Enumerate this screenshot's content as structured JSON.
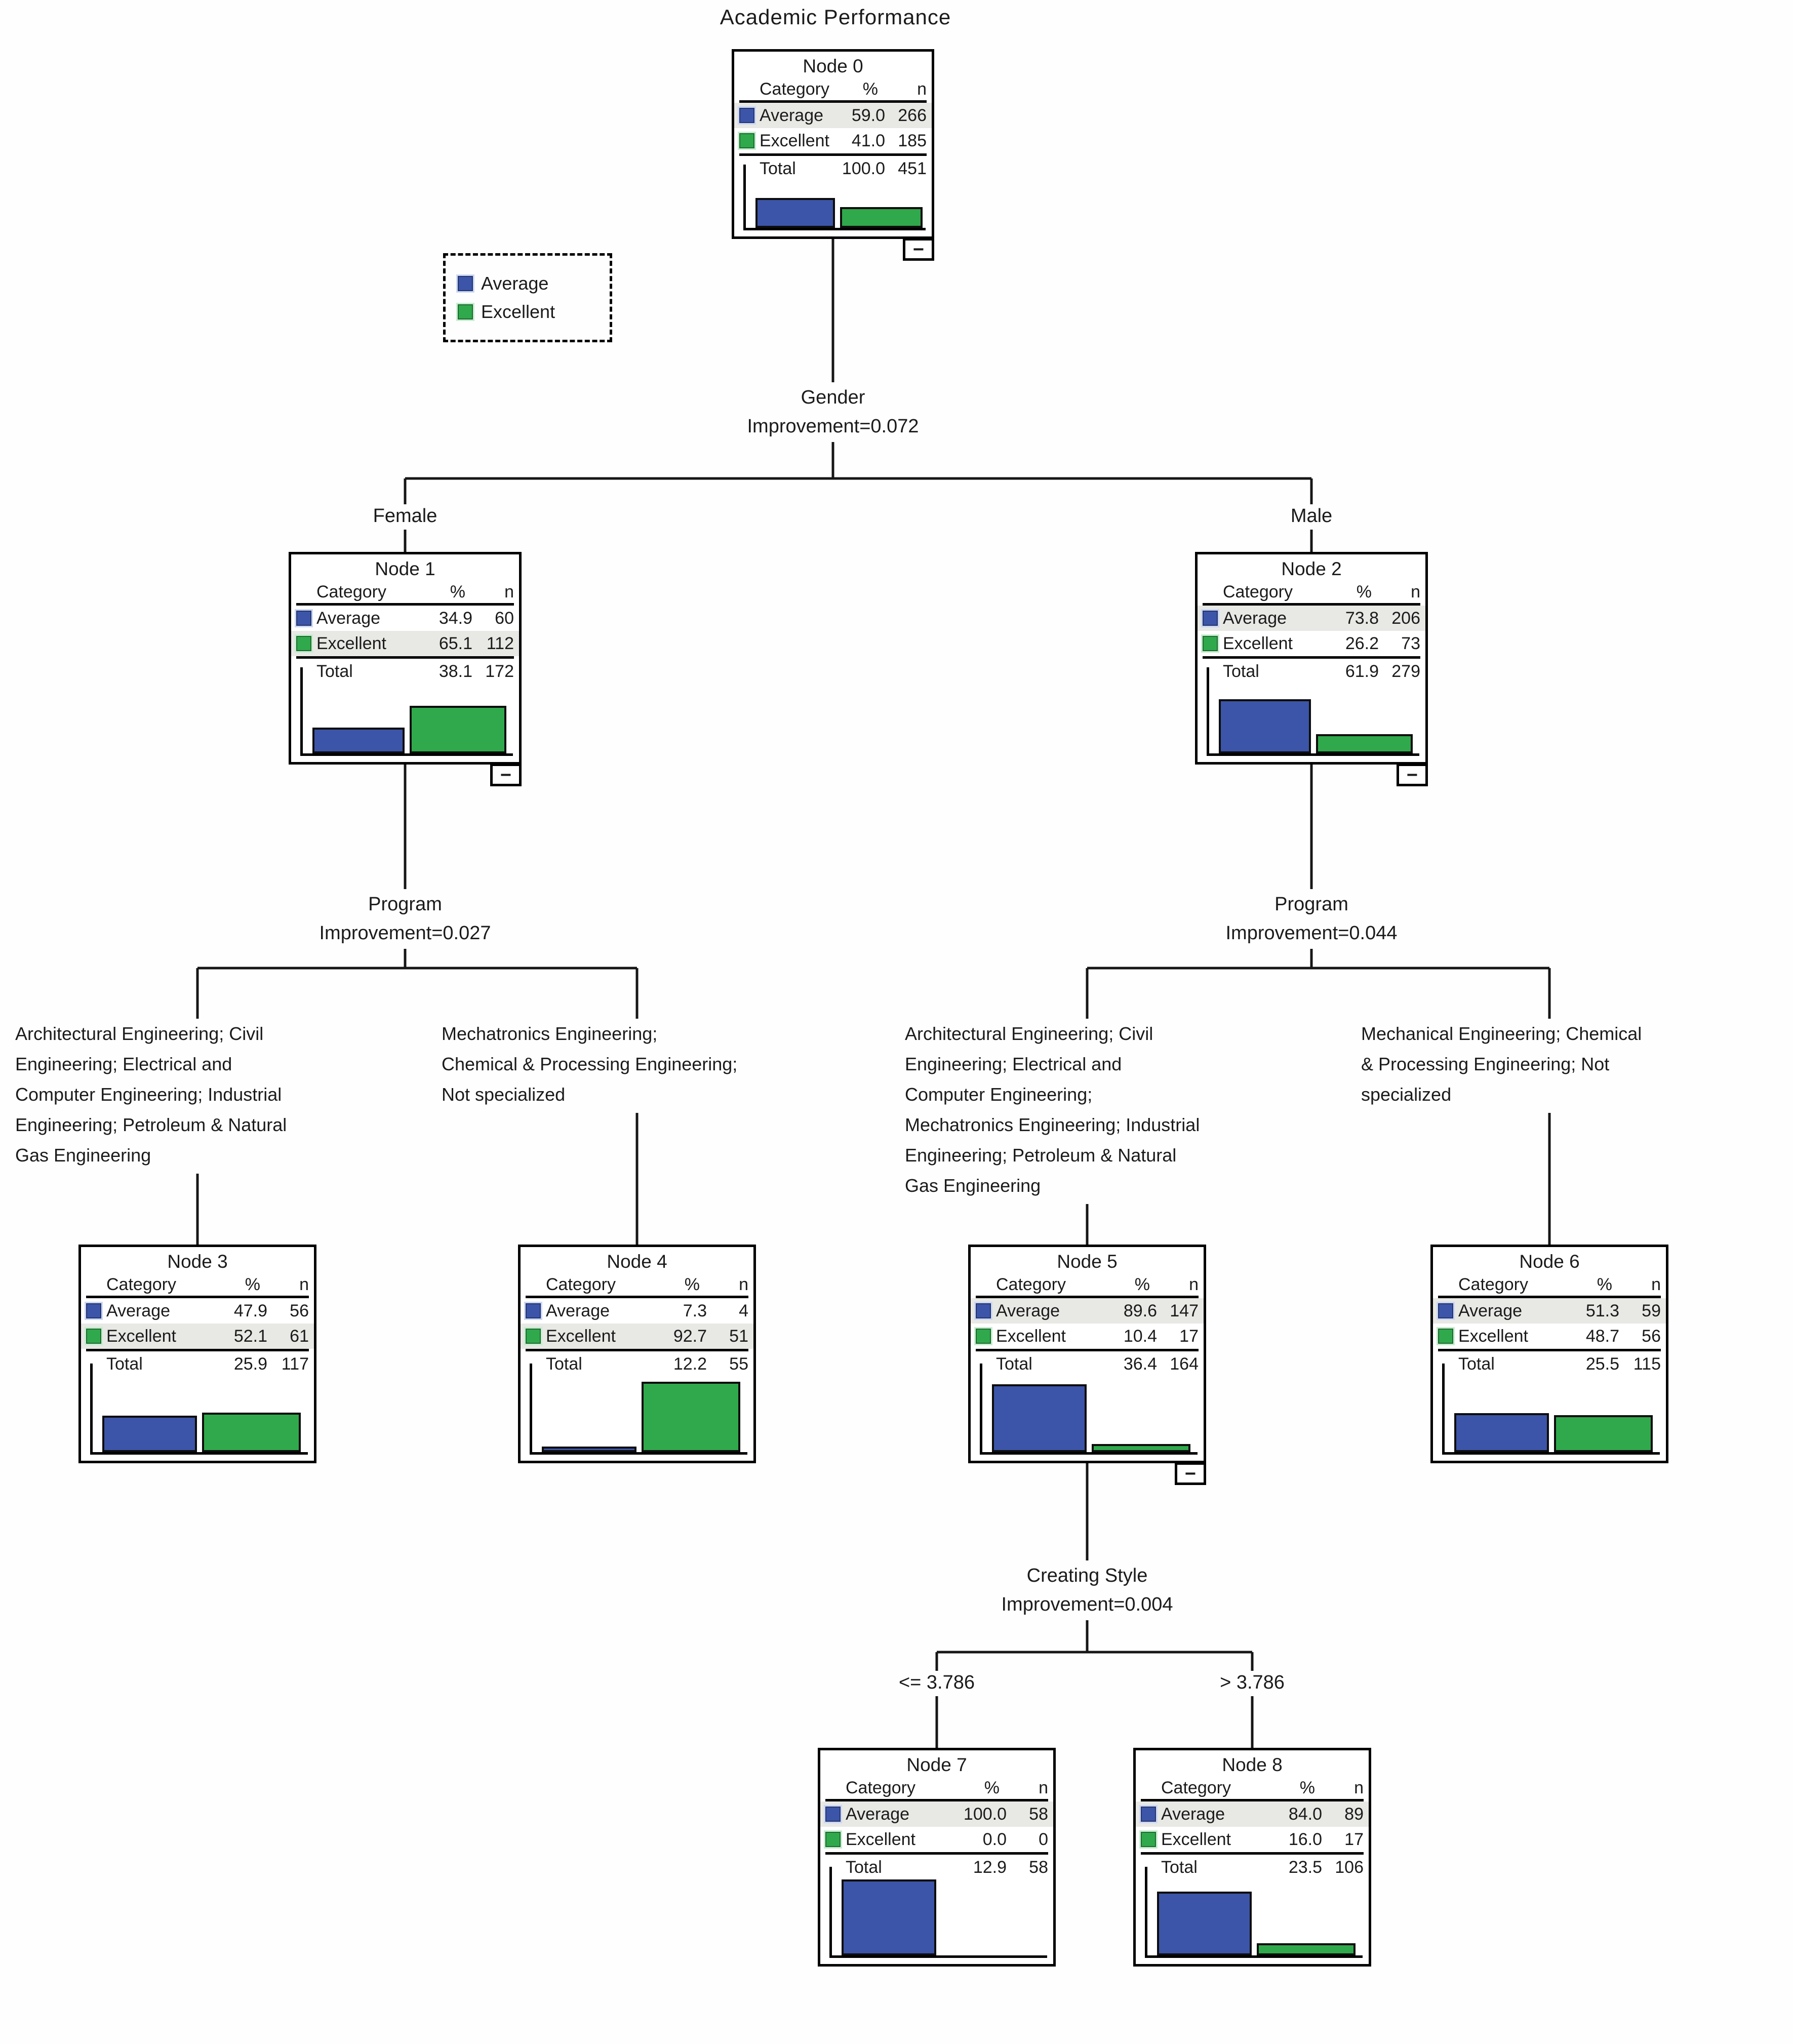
{
  "title": "Academic Performance",
  "total_label": "Total",
  "headers": {
    "category": "Category",
    "pct": "%",
    "n": "n"
  },
  "ui": {
    "minus": "−"
  },
  "colors": {
    "average": "#3c55a8",
    "excellent": "#30a94c",
    "highlight": "#e8e8e5",
    "line": "#161616"
  },
  "legend": {
    "items": [
      {
        "label": "Average"
      },
      {
        "label": "Excellent"
      }
    ]
  },
  "splits": {
    "gender": {
      "variable": "Gender",
      "improvement": "Improvement=0.072",
      "left_branch": "Female",
      "right_branch": "Male"
    },
    "program_female": {
      "variable": "Program",
      "improvement": "Improvement=0.027"
    },
    "program_male": {
      "variable": "Program",
      "improvement": "Improvement=0.044"
    },
    "creating_style": {
      "variable": "Creating Style",
      "improvement": "Improvement=0.004",
      "left_branch": "<= 3.786",
      "right_branch": "> 3.786"
    }
  },
  "branch_labels": {
    "node3": "Architectural Engineering; Civil\nEngineering; Electrical and\nComputer Engineering; Industrial\nEngineering; Petroleum & Natural\nGas Engineering",
    "node4": "Mechatronics Engineering;\nChemical & Processing Engineering;\nNot specialized",
    "node5": "Architectural Engineering; Civil\nEngineering; Electrical and\nComputer Engineering;\nMechatronics Engineering; Industrial\nEngineering; Petroleum & Natural\nGas Engineering",
    "node6": "Mechanical Engineering; Chemical\n& Processing Engineering; Not\nspecialized"
  },
  "nodes": [
    {
      "title": "Node 0",
      "highlight": 0,
      "rows": [
        {
          "label": "Average",
          "pct": "59.0",
          "n": "266"
        },
        {
          "label": "Excellent",
          "pct": "41.0",
          "n": "185"
        }
      ],
      "total": {
        "pct": "100.0",
        "n": "451"
      }
    },
    {
      "title": "Node 1",
      "highlight": 1,
      "rows": [
        {
          "label": "Average",
          "pct": "34.9",
          "n": "60"
        },
        {
          "label": "Excellent",
          "pct": "65.1",
          "n": "112"
        }
      ],
      "total": {
        "pct": "38.1",
        "n": "172"
      }
    },
    {
      "title": "Node 2",
      "highlight": 0,
      "rows": [
        {
          "label": "Average",
          "pct": "73.8",
          "n": "206"
        },
        {
          "label": "Excellent",
          "pct": "26.2",
          "n": "73"
        }
      ],
      "total": {
        "pct": "61.9",
        "n": "279"
      }
    },
    {
      "title": "Node 3",
      "highlight": 1,
      "rows": [
        {
          "label": "Average",
          "pct": "47.9",
          "n": "56"
        },
        {
          "label": "Excellent",
          "pct": "52.1",
          "n": "61"
        }
      ],
      "total": {
        "pct": "25.9",
        "n": "117"
      }
    },
    {
      "title": "Node 4",
      "highlight": 1,
      "rows": [
        {
          "label": "Average",
          "pct": "7.3",
          "n": "4"
        },
        {
          "label": "Excellent",
          "pct": "92.7",
          "n": "51"
        }
      ],
      "total": {
        "pct": "12.2",
        "n": "55"
      }
    },
    {
      "title": "Node 5",
      "highlight": 0,
      "rows": [
        {
          "label": "Average",
          "pct": "89.6",
          "n": "147"
        },
        {
          "label": "Excellent",
          "pct": "10.4",
          "n": "17"
        }
      ],
      "total": {
        "pct": "36.4",
        "n": "164"
      }
    },
    {
      "title": "Node 6",
      "highlight": 0,
      "rows": [
        {
          "label": "Average",
          "pct": "51.3",
          "n": "59"
        },
        {
          "label": "Excellent",
          "pct": "48.7",
          "n": "56"
        }
      ],
      "total": {
        "pct": "25.5",
        "n": "115"
      }
    },
    {
      "title": "Node 7",
      "highlight": 0,
      "rows": [
        {
          "label": "Average",
          "pct": "100.0",
          "n": "58"
        },
        {
          "label": "Excellent",
          "pct": "0.0",
          "n": "0"
        }
      ],
      "total": {
        "pct": "12.9",
        "n": "58"
      }
    },
    {
      "title": "Node 8",
      "highlight": 0,
      "rows": [
        {
          "label": "Average",
          "pct": "84.0",
          "n": "89"
        },
        {
          "label": "Excellent",
          "pct": "16.0",
          "n": "17"
        }
      ],
      "total": {
        "pct": "23.5",
        "n": "106"
      }
    }
  ]
}
